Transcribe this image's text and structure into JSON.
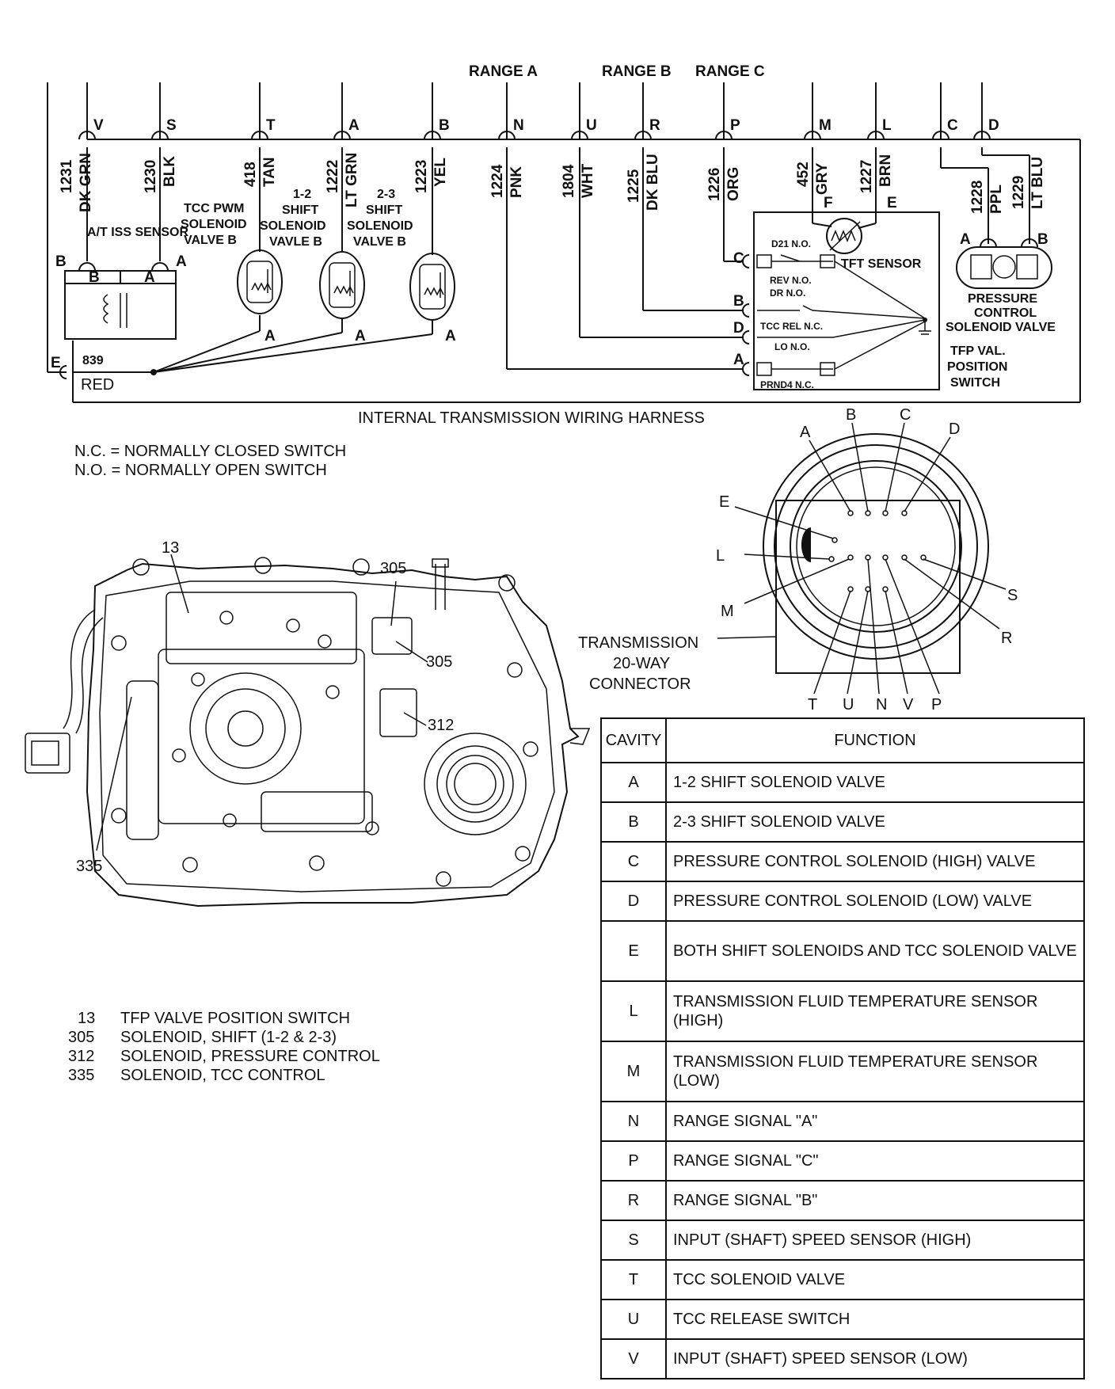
{
  "ranges": {
    "a": "RANGE A",
    "b": "RANGE B",
    "c": "RANGE C"
  },
  "pins": [
    "V",
    "S",
    "T",
    "A",
    "B",
    "N",
    "U",
    "R",
    "P",
    "M",
    "L",
    "C",
    "D"
  ],
  "wires": [
    {
      "num": "1231",
      "color": "DK GRN"
    },
    {
      "num": "1230",
      "color": "BLK"
    },
    {
      "num": "418",
      "color": "TAN"
    },
    {
      "num": "1222",
      "color": "LT GRN"
    },
    {
      "num": "1223",
      "color": "YEL"
    },
    {
      "num": "1224",
      "color": "PNK"
    },
    {
      "num": "1804",
      "color": "WHT"
    },
    {
      "num": "1225",
      "color": "DK BLU"
    },
    {
      "num": "1226",
      "color": "ORG"
    },
    {
      "num": "452",
      "color": "GRY"
    },
    {
      "num": "1227",
      "color": "BRN"
    },
    {
      "num": "1228",
      "color": "PPL"
    },
    {
      "num": "1229",
      "color": "LT BLU"
    }
  ],
  "components": {
    "iss_sensor": "A/T ISS SENSOR",
    "tcc_pwm": [
      "TCC PWM",
      "SOLENOID",
      "VALVE B"
    ],
    "shift12": [
      "1-2",
      "SHIFT",
      "SOLENOID",
      "VAVLE B"
    ],
    "shift23": [
      "2-3",
      "SHIFT",
      "SOLENOID",
      "VALVE B"
    ],
    "tft_sensor": "TFT SENSOR",
    "pcs": [
      "PRESSURE",
      "CONTROL",
      "SOLENOID VALVE"
    ],
    "tfp": [
      "TFP VAL.",
      "POSITION",
      "SWITCH"
    ],
    "switches": [
      "D21 N.O.",
      "REV N.O.",
      "DR N.O.",
      "TCC REL N.C.",
      "LO N.O.",
      "PRND4 N.C."
    ],
    "ground_wire": "839",
    "ground_color": "RED"
  },
  "pin_letters": {
    "a": "A",
    "b": "B",
    "c": "C",
    "d": "D",
    "e": "E",
    "f": "F"
  },
  "harness_label": "INTERNAL TRANSMISSION WIRING HARNESS",
  "legend_switch": [
    "N.C. = NORMALLY CLOSED SWITCH",
    "N.O. = NORMALLY OPEN SWITCH"
  ],
  "connector": {
    "label": [
      "TRANSMISSION",
      "20-WAY",
      "CONNECTOR"
    ],
    "letters": [
      "A",
      "B",
      "C",
      "D",
      "E",
      "L",
      "M",
      "S",
      "R",
      "T",
      "U",
      "N",
      "V",
      "P"
    ]
  },
  "callouts": [
    "13",
    "305",
    "305",
    "312",
    "335"
  ],
  "parts_legend": [
    {
      "num": "13",
      "text": "TFP VALVE POSITION SWITCH"
    },
    {
      "num": "305",
      "text": "SOLENOID, SHIFT (1-2 & 2-3)"
    },
    {
      "num": "312",
      "text": "SOLENOID, PRESSURE CONTROL"
    },
    {
      "num": "335",
      "text": "SOLENOID, TCC CONTROL"
    }
  ],
  "table": {
    "headers": [
      "CAVITY",
      "FUNCTION"
    ],
    "rows": [
      {
        "cavity": "A",
        "function": "1-2 SHIFT SOLENOID VALVE"
      },
      {
        "cavity": "B",
        "function": "2-3 SHIFT SOLENOID VALVE"
      },
      {
        "cavity": "C",
        "function": "PRESSURE CONTROL SOLENOID (HIGH) VALVE"
      },
      {
        "cavity": "D",
        "function": "PRESSURE CONTROL SOLENOID (LOW) VALVE"
      },
      {
        "cavity": "E",
        "function": "BOTH SHIFT SOLENOIDS AND TCC SOLENOID VALVE"
      },
      {
        "cavity": "L",
        "function": "TRANSMISSION FLUID TEMPERATURE SENSOR (HIGH)"
      },
      {
        "cavity": "M",
        "function": "TRANSMISSION FLUID TEMPERATURE SENSOR (LOW)"
      },
      {
        "cavity": "N",
        "function": "RANGE SIGNAL \"A\""
      },
      {
        "cavity": "P",
        "function": "RANGE SIGNAL \"C\""
      },
      {
        "cavity": "R",
        "function": "RANGE SIGNAL \"B\""
      },
      {
        "cavity": "S",
        "function": "INPUT (SHAFT) SPEED SENSOR (HIGH)"
      },
      {
        "cavity": "T",
        "function": "TCC SOLENOID VALVE"
      },
      {
        "cavity": "U",
        "function": "TCC RELEASE SWITCH"
      },
      {
        "cavity": "V",
        "function": "INPUT (SHAFT) SPEED SENSOR (LOW)"
      }
    ]
  }
}
